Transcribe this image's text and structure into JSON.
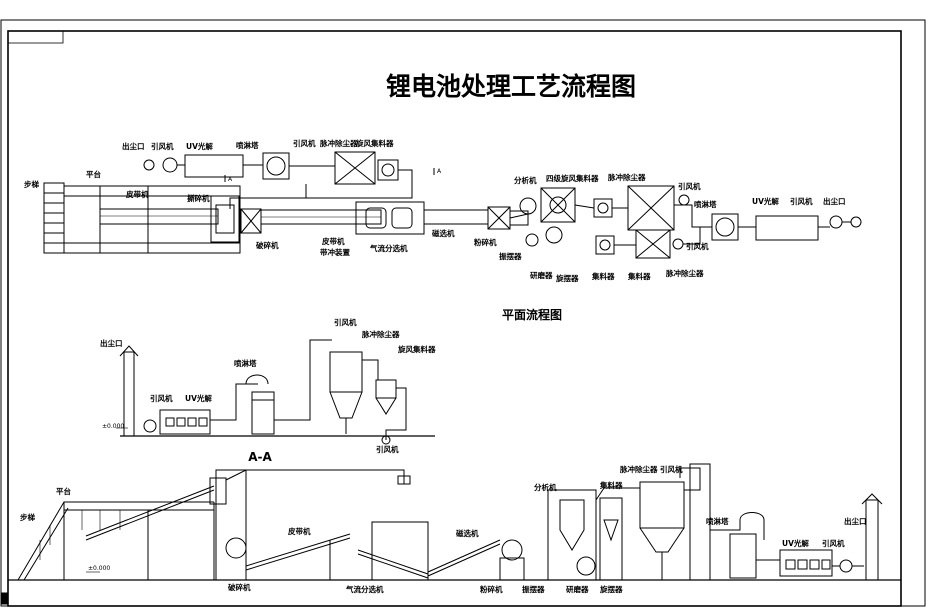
{
  "drawing": {
    "title": "锂电池处理工艺流程图",
    "plan_caption": "平面流程图",
    "section_caption": "A-A"
  },
  "plan": {
    "labels": {
      "dust_outlet": "出尘口",
      "fan_left": "引风机",
      "uv_left": "UV光解",
      "spray_tower_left": "喷淋塔",
      "fan_mid": "引风机",
      "pulse_left": "脉冲除尘器",
      "cyclone_left": "旋风集料器",
      "platform": "平台",
      "stairs": "步梯",
      "belt_upper": "皮带机",
      "shredder_upper": "撕碎机",
      "crusher": "破碎机",
      "belt_lower": "皮带机",
      "belt_lower2": "带冲装置",
      "air_sep": "气流分选机",
      "mag_sep": "磁选机",
      "pulverizer": "粉碎机",
      "vibrator": "振摆器",
      "grinder": "研磨器",
      "spiral": "旋摆器",
      "classifier": "分析机",
      "four_cyclone": "四级旋风集料器",
      "pulse_right": "脉冲除尘器",
      "collector1": "集料器",
      "collector2": "集料器",
      "pulse_right2": "脉冲除尘器",
      "fan_right": "引风机",
      "fan_right2": "引风机",
      "spray_tower_right": "喷淋塔",
      "uv_right": "UV光解",
      "fan_right3": "引风机",
      "dust_outlet_right": "出尘口",
      "section_mark_a": "A",
      "section_mark_a2": "A"
    }
  },
  "section": {
    "labels": {
      "dust_outlet": "出尘口",
      "fan": "引风机",
      "uv": "UV光解",
      "spray_tower": "喷淋塔",
      "fan_top": "引风机",
      "pulse": "脉冲除尘器",
      "cyclone": "旋风集料器",
      "fan_bottom": "引风机",
      "elevation": "±0.000"
    }
  },
  "elevation": {
    "labels": {
      "platform": "平台",
      "stairs": "步梯",
      "elevation": "±0.000",
      "crusher": "破碎机",
      "belt": "皮带机",
      "air_sep": "气流分选机",
      "mag_sep": "磁选机",
      "pulverizer": "粉碎机",
      "vibrator": "振摆器",
      "classifier": "分析机",
      "collector": "集料器",
      "grinder": "研磨器",
      "spiral": "旋摆器",
      "pulse": "脉冲除尘器",
      "fan": "引风机",
      "spray_tower": "喷淋塔",
      "uv": "UV光解",
      "fan2": "引风机",
      "dust_outlet": "出尘口"
    }
  }
}
